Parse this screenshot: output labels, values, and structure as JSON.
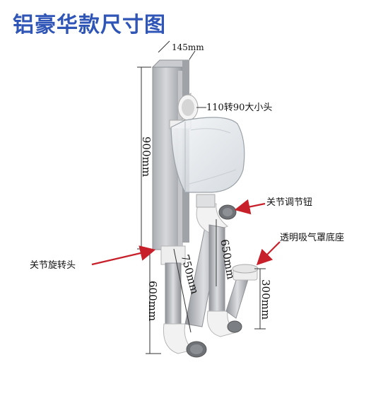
{
  "title": "铝豪华款尺寸图",
  "colors": {
    "title": "#2f55b7",
    "arrow": "#c8202a",
    "metal": "#b9bcc0",
    "dark_metal": "#8e9196",
    "white_part": "#f3f3f3"
  },
  "dimensions": {
    "top_width": "145mm",
    "upper_height": "900mm",
    "lower_height": "600mm",
    "arm_1": "750mm",
    "arm_2": "650mm",
    "hood_base": "300mm"
  },
  "annotations": {
    "adapter": "110转90大小头",
    "joint_knob": "关节调节钮",
    "hood_base": "透明吸气罩底座",
    "rotary_joint": "关节旋转头"
  }
}
